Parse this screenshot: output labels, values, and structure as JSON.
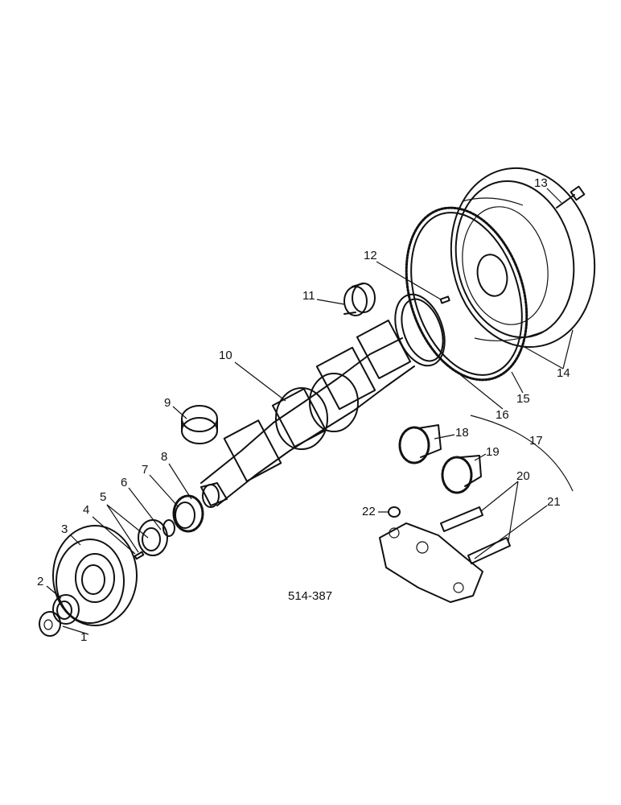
{
  "figure_ref": "514-387",
  "callouts": {
    "c1": "1",
    "c2": "2",
    "c3": "3",
    "c4": "4",
    "c5": "5",
    "c6": "6",
    "c7": "7",
    "c8": "8",
    "c9": "9",
    "c10": "10",
    "c11": "11",
    "c12": "12",
    "c13": "13",
    "c14": "14",
    "c15": "15",
    "c16": "16",
    "c17": "17",
    "c18": "18",
    "c19": "19",
    "c20": "20",
    "c21": "21",
    "c22": "22"
  }
}
